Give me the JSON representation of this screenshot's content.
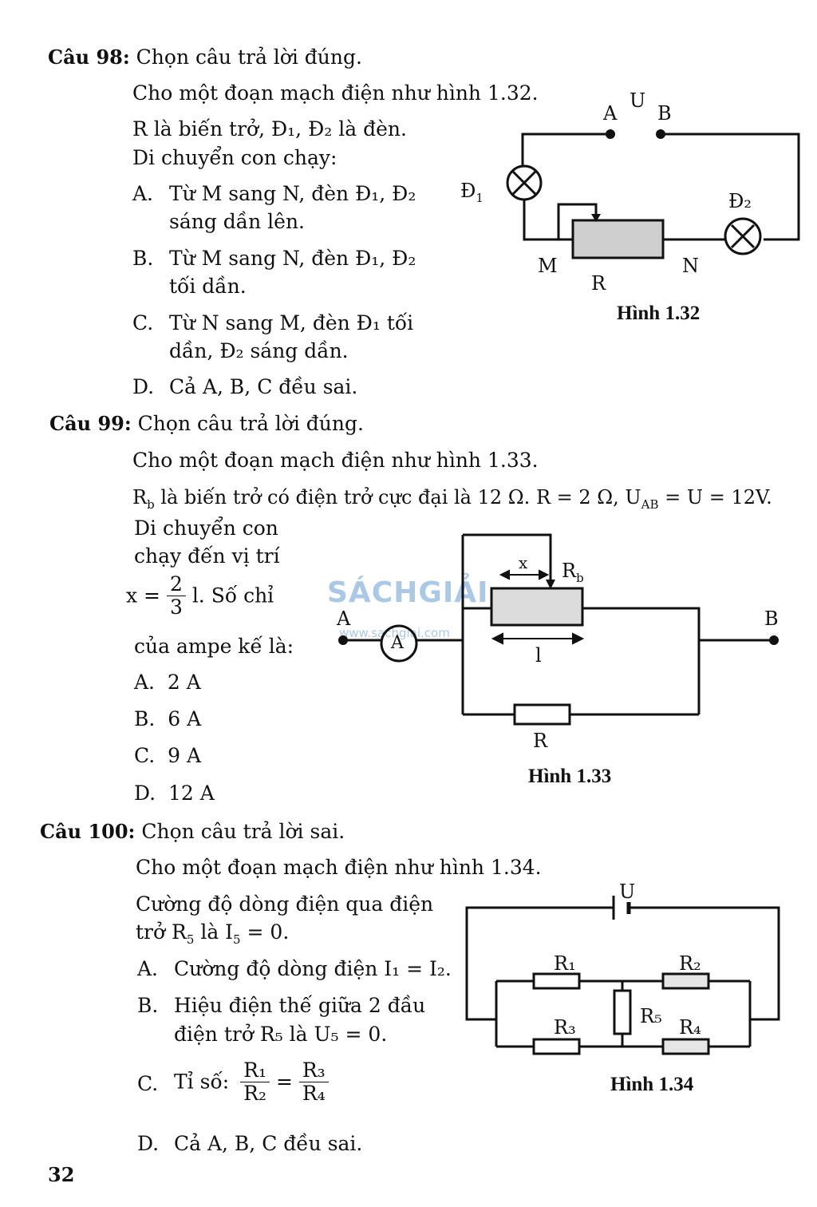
{
  "q98": {
    "label": "Câu 98:",
    "prompt": "Chọn câu trả lời đúng.",
    "line1": "Cho một  đoạn mạch điện như hình 1.32.",
    "line2": "R là biến trở, Đ₁, Đ₂ là đèn.",
    "line3": "Di chuyển con chạy:",
    "options": [
      {
        "key": "A.",
        "l1": "Từ M sang N, đèn Đ₁, Đ₂",
        "l2": "sáng dần lên."
      },
      {
        "key": "B.",
        "l1": "Từ M sang N, đèn Đ₁, Đ₂",
        "l2": "tối dần."
      },
      {
        "key": "C.",
        "l1": "Từ N sang M, đèn Đ₁ tối",
        "l2": "dần, Đ₂ sáng dần."
      },
      {
        "key": "D.",
        "l1": "Cả A, B, C đều sai.",
        "l2": ""
      }
    ],
    "figure": {
      "caption": "Hình 1.32",
      "A": "A",
      "U": "U",
      "B": "B",
      "D1": "Đ",
      "D1sub": "1",
      "D2": "Đ₂",
      "M": "M",
      "N": "N",
      "R": "R"
    }
  },
  "q99": {
    "label": "Câu 99:",
    "prompt": "Chọn câu trả lời đúng.",
    "line1": "Cho một  đoạn mạch điện như hình 1.33.",
    "line2": "R_b là biến trở có điện trở cực đại là 12 Ω. R = 2 Ω, U_AB = U = 12V.",
    "line2a": "R",
    "line2a_sub": "b",
    "line2b": " là biến trở có điện trở cực đại là 12 Ω. R = 2 Ω, U",
    "line2b_sub": "AB",
    "line2c": " = U = 12V.",
    "line3": "Di chuyển con",
    "line4": "chạy đến vị trí",
    "x_eq": "x =",
    "frac_num": "2",
    "frac_den": "3",
    "x_tail": "l. Số chỉ",
    "line6": "của ampe kế là:",
    "options": [
      {
        "key": "A.",
        "text": "2 A"
      },
      {
        "key": "B.",
        "text": "6 A"
      },
      {
        "key": "C.",
        "text": "9 A"
      },
      {
        "key": "D.",
        "text": "12 A"
      }
    ],
    "figure": {
      "caption": "Hình 1.33",
      "A": "A",
      "B": "B",
      "ammeter": "A",
      "x": "x",
      "Rb": "R",
      "Rb_sub": "b",
      "l": "l",
      "R": "R"
    }
  },
  "q100": {
    "label": "Câu 100:",
    "prompt": "Chọn câu trả lời sai.",
    "line1": "Cho một  đoạn mạch điện như hình 1.34.",
    "line2": "Cường độ dòng điện qua điện",
    "line3a": "trở R",
    "line3_sub": "5",
    "line3b": " là I",
    "line3_sub2": "5",
    "line3c": " = 0.",
    "optA": {
      "key": "A.",
      "text": "Cường độ dòng điện I₁ = I₂."
    },
    "optB": {
      "key": "B.",
      "l1": "Hiệu điện thế giữa 2 đầu",
      "l2": "điện trở R₅ là U₅ = 0."
    },
    "optC": {
      "key": "C.",
      "text": "Tỉ số:",
      "n1": "R₁",
      "d1": "R₂",
      "eq": "=",
      "n2": "R₃",
      "d2": "R₄"
    },
    "optD": {
      "key": "D.",
      "text": "Cả A, B, C đều sai."
    },
    "figure": {
      "caption": "Hình 1.34",
      "U": "U",
      "R1": "R₁",
      "R2": "R₂",
      "R3": "R₃",
      "R4": "R₄",
      "R5": "R₅"
    }
  },
  "watermark": {
    "brand": "SÁCHGIẢI",
    "url": "www.sachgiai.com"
  },
  "page_number": "32"
}
